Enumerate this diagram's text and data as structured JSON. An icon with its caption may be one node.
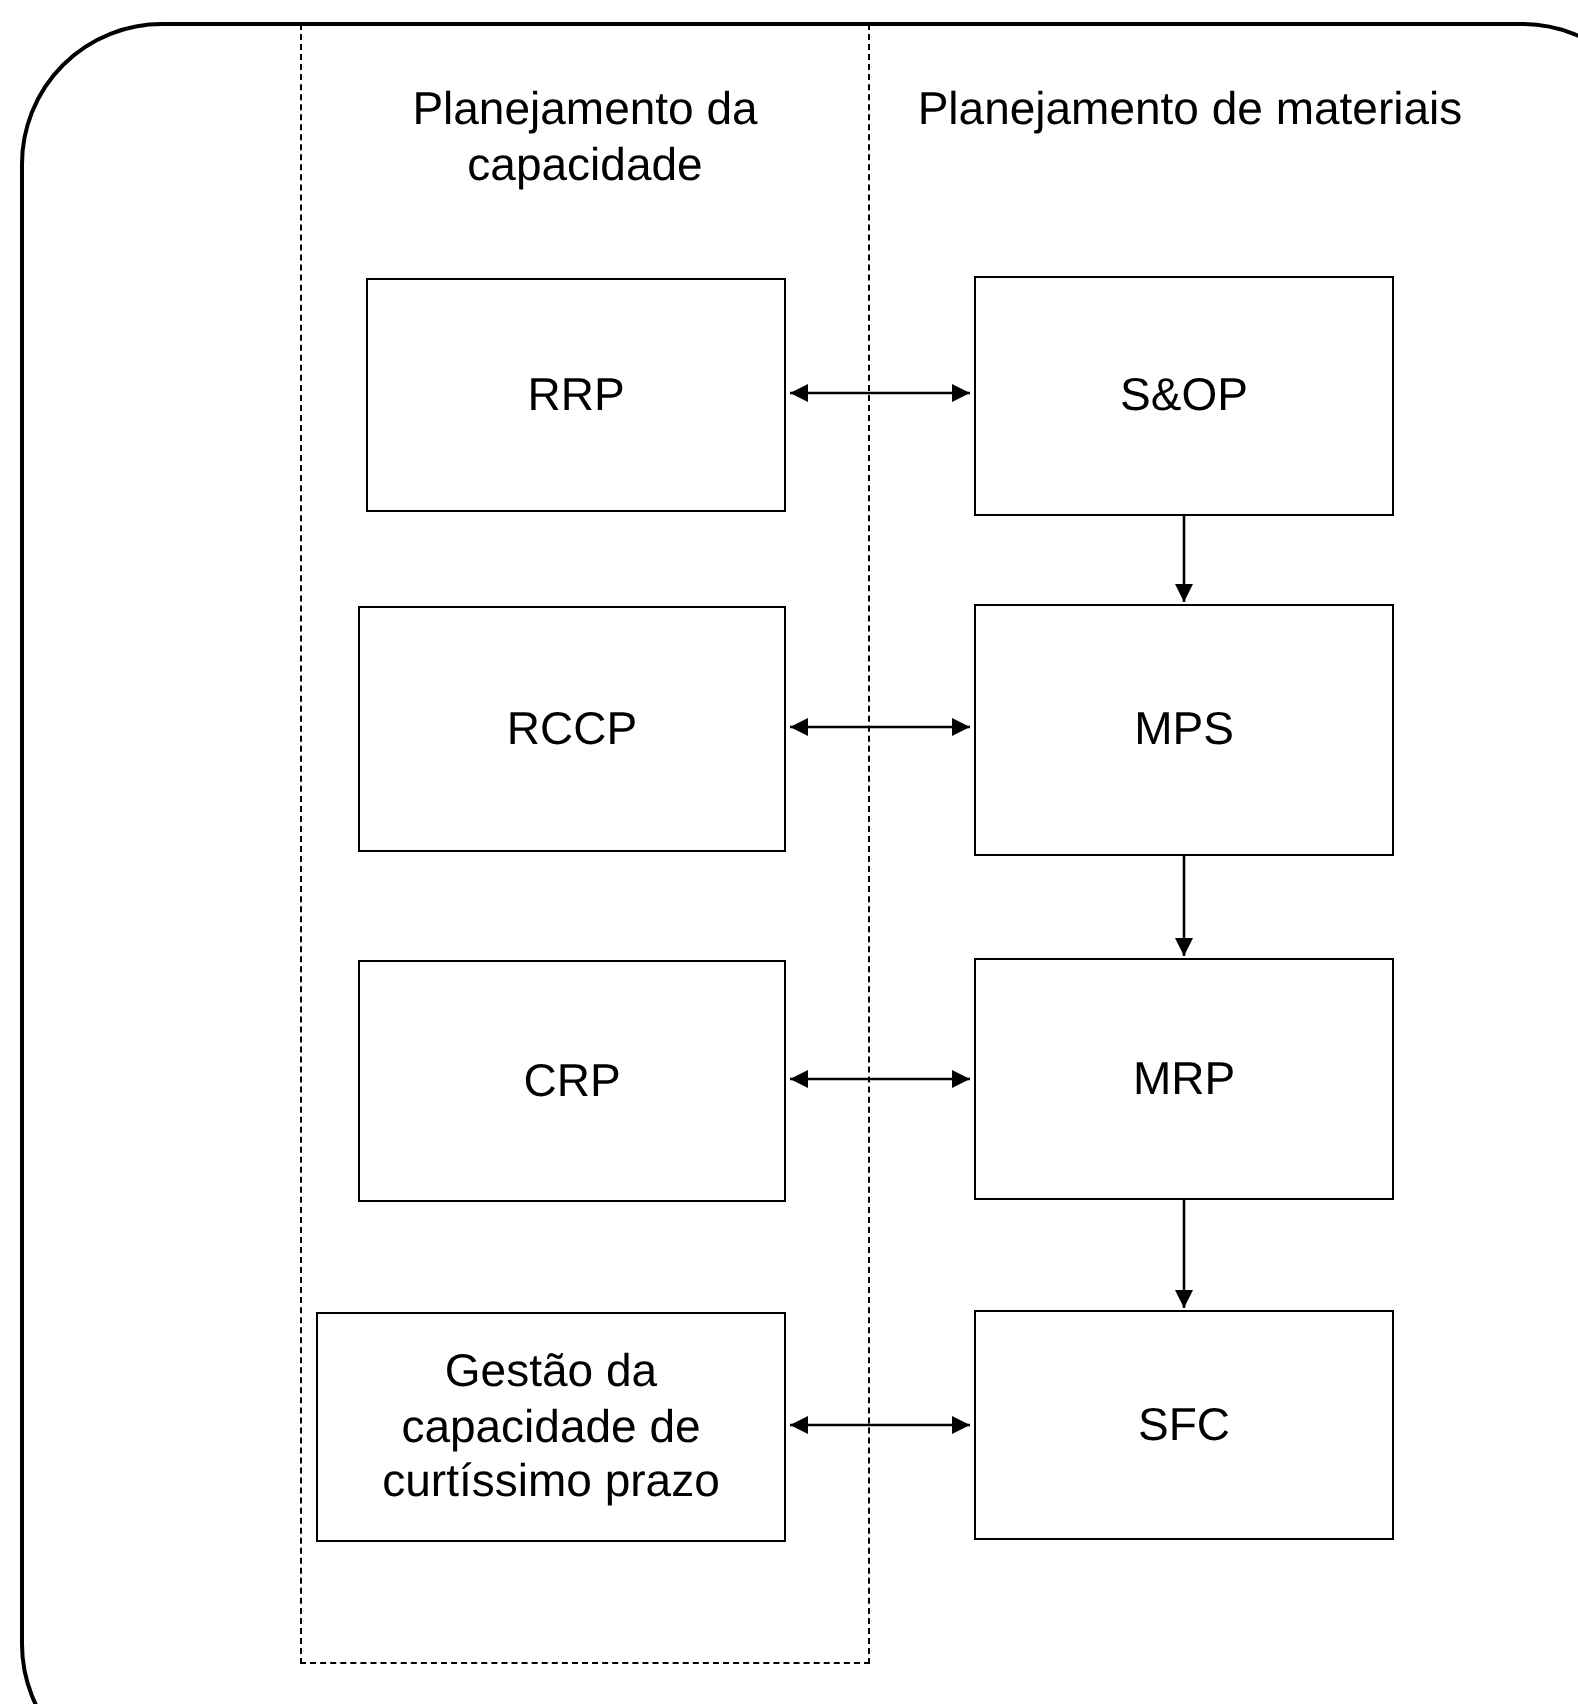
{
  "diagram": {
    "nodes": [
      {
        "text": [
          "Planejamento da capacidade"
        ]
      },
      {
        "text": [
          "RRP"
        ],
        "in": 0
      },
      {
        "text": [
          "S&OP"
        ]
      },
      {
        "text": [
          "RCCP"
        ],
        "in": 0
      },
      {
        "text": [
          "MPS"
        ]
      },
      {
        "text": [
          "CRP"
        ],
        "in": 0
      },
      {
        "text": [
          "MRP"
        ]
      },
      {
        "text": [
          "Gestão da capacidade de curtíssimo prazo"
        ],
        "in": 0
      },
      {
        "text": [
          "SFC"
        ]
      }
    ],
    "edges": [
      {
        "from": 1,
        "to": 2,
        "arrow": "both"
      },
      {
        "from": 2,
        "to": 4,
        "arrow": "to"
      },
      {
        "from": 3,
        "to": 4,
        "arrow": "both"
      },
      {
        "from": 4,
        "to": 6,
        "arrow": "to"
      },
      {
        "from": 5,
        "to": 6,
        "arrow": "both"
      },
      {
        "from": 6,
        "to": 8,
        "arrow": "to"
      },
      {
        "from": 7,
        "to": 8,
        "arrow": "both"
      }
    ],
    "labels": [
      "Planejamento de materiais"
    ]
  }
}
